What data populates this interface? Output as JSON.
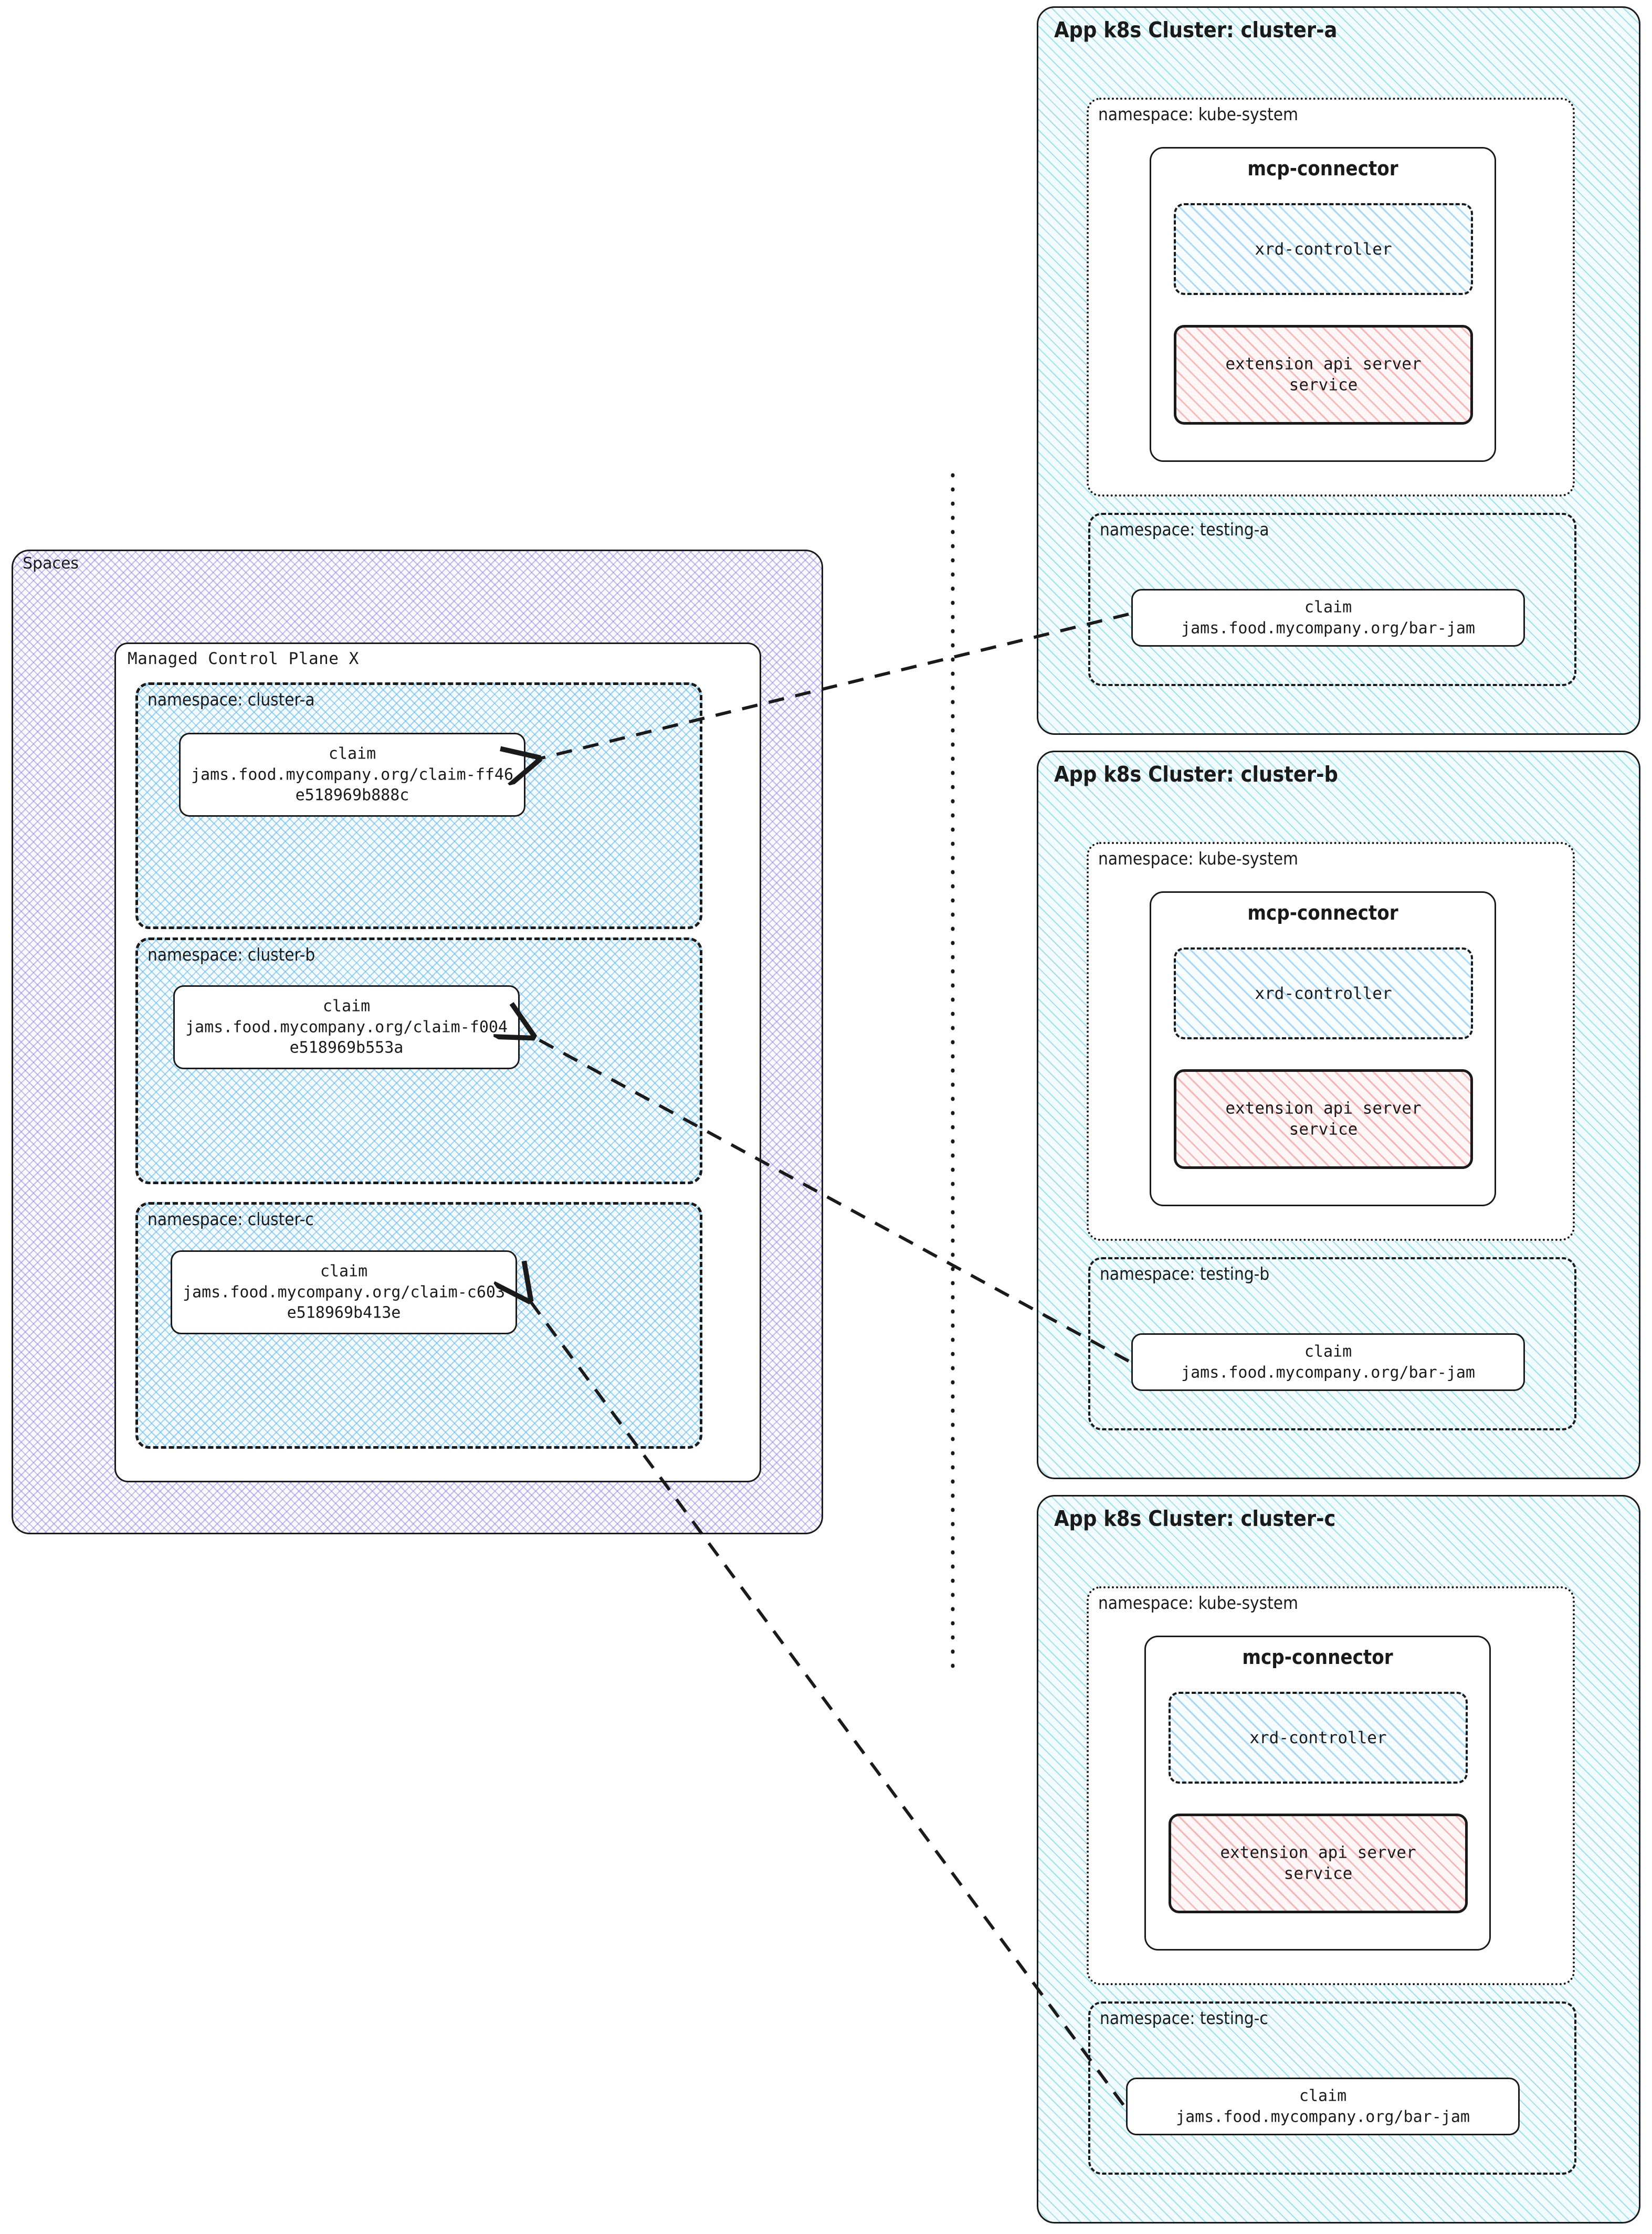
{
  "spaces": {
    "label": "Spaces",
    "control_plane": {
      "label": "Managed Control Plane X",
      "namespaces": [
        {
          "label": "namespace: cluster-a",
          "claim": {
            "kind": "claim",
            "ref": "jams.food.mycompany.org/claim-ff46e518969b888c"
          }
        },
        {
          "label": "namespace: cluster-b",
          "claim": {
            "kind": "claim",
            "ref": "jams.food.mycompany.org/claim-f004e518969b553a"
          }
        },
        {
          "label": "namespace: cluster-c",
          "claim": {
            "kind": "claim",
            "ref": "jams.food.mycompany.org/claim-c603e518969b413e"
          }
        }
      ]
    }
  },
  "clusters": [
    {
      "title": "App k8s Cluster: cluster-a",
      "kube_system": {
        "label": "namespace: kube-system",
        "mcp_connector": {
          "label": "mcp-connector",
          "xrd_controller": {
            "label": "xrd-controller"
          },
          "extension_api_server": {
            "line1": "extension api server",
            "line2": "service"
          }
        }
      },
      "testing": {
        "label": "namespace: testing-a",
        "claim": {
          "kind": "claim",
          "ref": "jams.food.mycompany.org/bar-jam"
        }
      }
    },
    {
      "title": "App k8s Cluster: cluster-b",
      "kube_system": {
        "label": "namespace: kube-system",
        "mcp_connector": {
          "label": "mcp-connector",
          "xrd_controller": {
            "label": "xrd-controller"
          },
          "extension_api_server": {
            "line1": "extension api server",
            "line2": "service"
          }
        }
      },
      "testing": {
        "label": "namespace: testing-b",
        "claim": {
          "kind": "claim",
          "ref": "jams.food.mycompany.org/bar-jam"
        }
      }
    },
    {
      "title": "App k8s Cluster: cluster-c",
      "kube_system": {
        "label": "namespace: kube-system",
        "mcp_connector": {
          "label": "mcp-connector",
          "xrd_controller": {
            "label": "xrd-controller"
          },
          "extension_api_server": {
            "line1": "extension api server",
            "line2": "service"
          }
        }
      },
      "testing": {
        "label": "namespace: testing-c",
        "claim": {
          "kind": "claim",
          "ref": "jams.food.mycompany.org/bar-jam"
        }
      }
    }
  ],
  "colors": {
    "spaces_hatch": "#9687e1",
    "namespace_hatch": "#6eb9eb",
    "cluster_hatch": "#5ac8d7",
    "xrd_hatch": "#78bef0",
    "api_server_hatch": "#f08c8c",
    "stroke": "#1a1a1a"
  }
}
